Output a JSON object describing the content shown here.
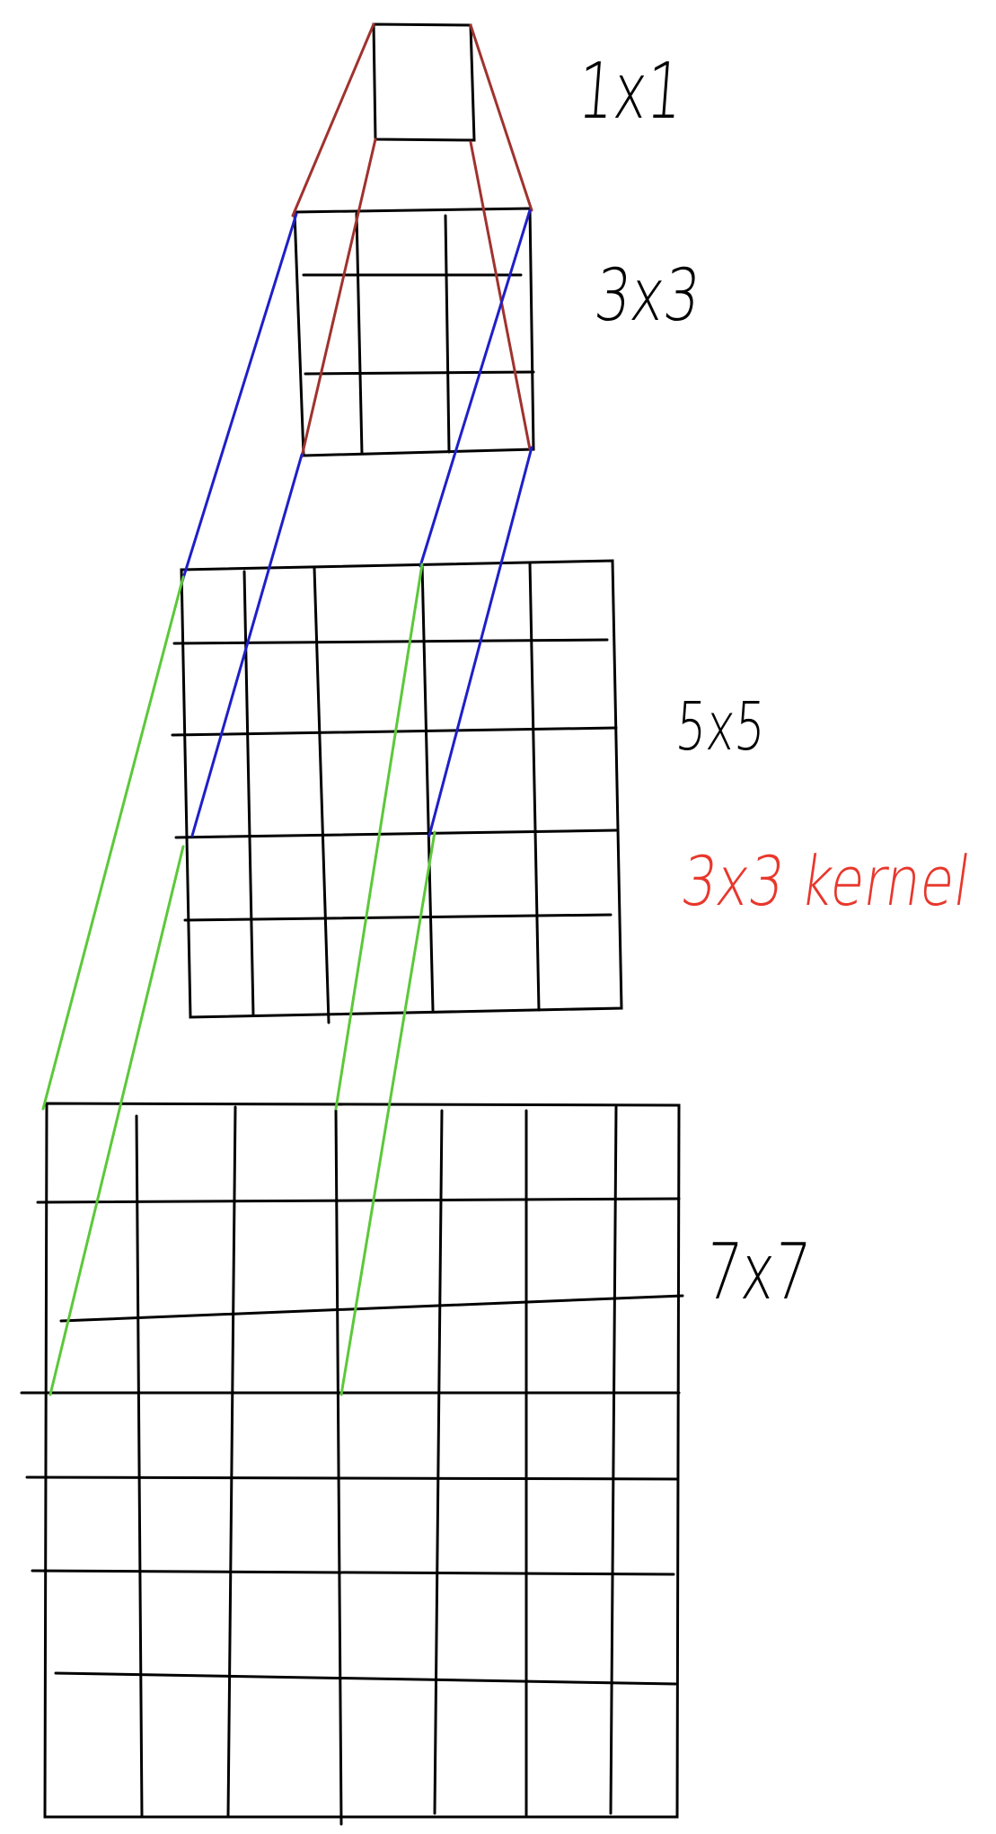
{
  "diagram": {
    "labels": {
      "layer_1x1": "1x1",
      "layer_3x3": "3x3",
      "layer_5x5": "5x5",
      "kernel": "3x3 kernel",
      "layer_7x7": "7x7"
    },
    "layers": [
      {
        "name": "1x1",
        "cells": 1
      },
      {
        "name": "3x3",
        "cells": 3
      },
      {
        "name": "5x5",
        "cells": 5
      },
      {
        "name": "7x7",
        "cells": 7
      }
    ],
    "colors": {
      "grid": "#000000",
      "projection_3x3_to_1x1": "#a0322e",
      "projection_5x5_to_3x3": "#1f1fc8",
      "projection_7x7_to_5x5": "#5cc83a",
      "kernel_label": "#e8372c",
      "layer_labels": "#000000"
    }
  }
}
